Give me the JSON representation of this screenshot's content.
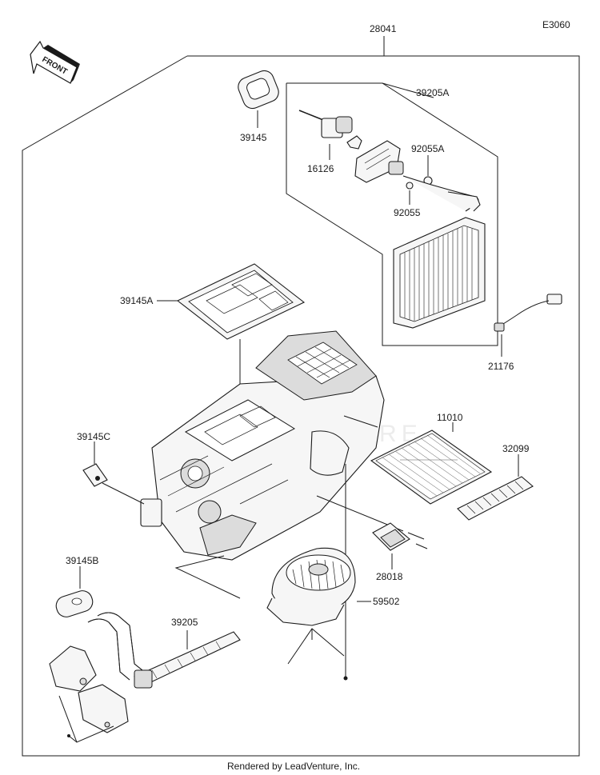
{
  "diagram_ref": "E3060",
  "front_label": "FRONT",
  "watermark": "LEADVENTURE",
  "footer": "Rendered by LeadVenture, Inc.",
  "parts": {
    "p28041": "28041",
    "p39145": "39145",
    "p39205A": "39205A",
    "p16126": "16126",
    "p92055A": "92055A",
    "p92055": "92055",
    "p39145A": "39145A",
    "p21176": "21176",
    "p11010": "11010",
    "p32099": "32099",
    "p39145C": "39145C",
    "p28018": "28018",
    "p39145B": "39145B",
    "p39205": "39205",
    "p59502": "59502"
  }
}
